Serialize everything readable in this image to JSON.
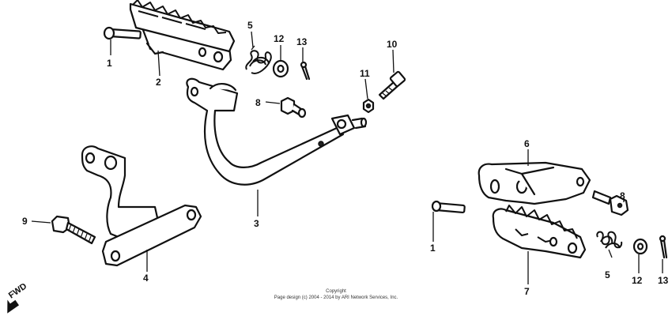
{
  "callouts": {
    "c1a": "1",
    "c2": "2",
    "c5a": "5",
    "c12a": "12",
    "c13a": "13",
    "c10": "10",
    "c11": "11",
    "c8a": "8",
    "c3": "3",
    "c9": "9",
    "c4": "4",
    "c6": "6",
    "c8b": "8",
    "c1b": "1",
    "c7": "7",
    "c5b": "5",
    "c12b": "12",
    "c13b": "13"
  },
  "fwd_label": "FWD",
  "copyright": {
    "line1": "Copyright",
    "line2": "Page design (c) 2004 - 2014 by ARI Network Services, Inc."
  }
}
